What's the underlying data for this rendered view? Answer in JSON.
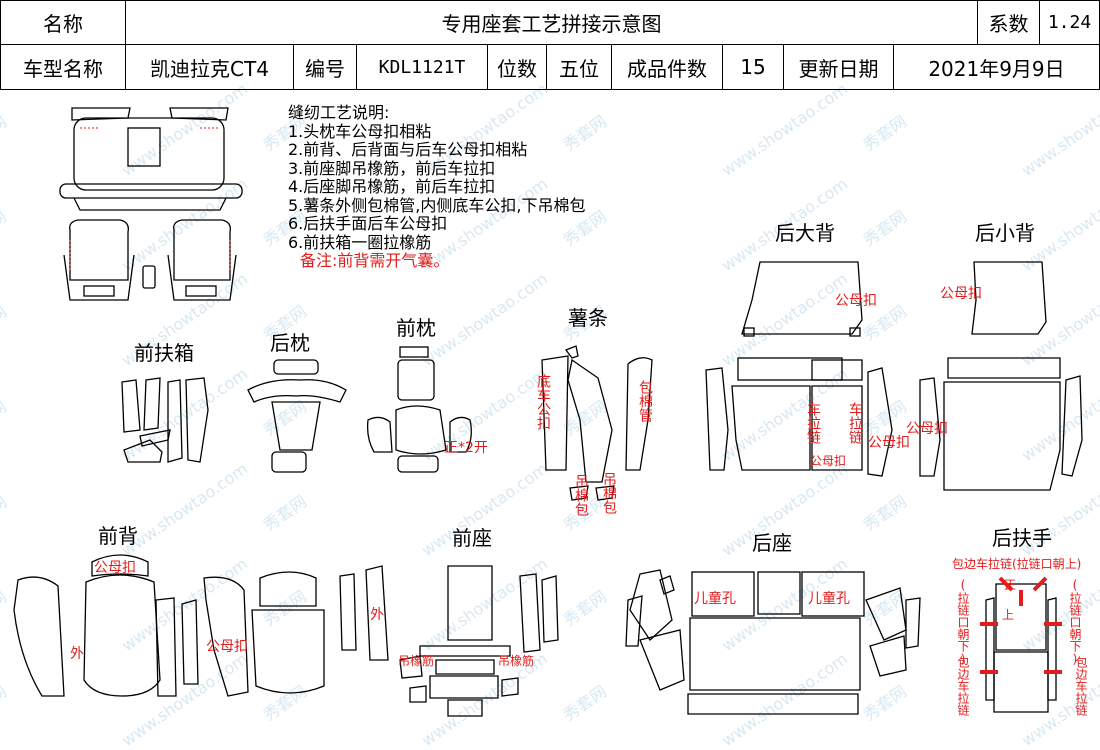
{
  "header": {
    "name_label": "名称",
    "title": "专用座套工艺拼接示意图",
    "coef_label": "系数",
    "coef_value": "1.24",
    "model_label": "车型名称",
    "model_value": "凯迪拉克CT4",
    "code_label": "编号",
    "code_value": "KDL1121T",
    "seats_label": "位数",
    "seats_value": "五位",
    "pieces_label": "成品件数",
    "pieces_value": "15",
    "update_label": "更新日期",
    "update_value": "2021年9月9日"
  },
  "notes": {
    "heading": "缝纫工艺说明:",
    "items": [
      "1.头枕车公母扣相粘",
      "2.前背、后背面与后车公母扣相粘",
      "3.前座脚吊橡筋，前后车拉扣",
      "4.后座脚吊橡筋，前后车拉扣",
      "5.薯条外侧包棉管,内侧底车公扣,下吊棉包",
      "6.后扶手面后车公母扣",
      "6.前扶箱一圈拉橡筋"
    ],
    "remark": "备注:前背需开气囊。"
  },
  "sections": {
    "front_armrest_box": "前扶箱",
    "rear_headrest": "后枕",
    "front_headrest": "前枕",
    "fries_strip": "薯条",
    "rear_big_back": "后大背",
    "rear_small_back": "后小背",
    "front_back": "前背",
    "front_seat": "前座",
    "rear_seat": "后座",
    "rear_armrest": "后扶手"
  },
  "annotations": {
    "fh_cut": "正*2开",
    "fries_bottom": "底车公扣",
    "fries_tube": "包棉管",
    "fries_hang1": "吊棉包",
    "fries_hang2": "吊棉包",
    "rbb_snap_top": "公母扣",
    "rbb_zip1": "车拉链",
    "rbb_zip2": "车拉链",
    "rbb_snap_bottom": "公母扣",
    "rbb_snap_right": "公母扣",
    "rsb_snap_top": "公母扣",
    "rsb_snap_left": "公母扣",
    "fb_snap_top": "公母扣",
    "fb_outer": "外",
    "fb_snap_right": "公母扣",
    "fs_outer": "外",
    "fs_elastic1": "吊橡筋",
    "fs_elastic2": "吊橡筋",
    "rs_child1": "儿童孔",
    "rs_child2": "儿童孔",
    "ra_top": "包边车拉链(拉链口朝上)",
    "ra_left1": "(拉链口朝下)",
    "ra_right1": "(拉链口朝下)",
    "ra_left2": "包边车拉链",
    "ra_right2": "包边车拉链",
    "ra_up1": "正",
    "ra_up2": "上"
  },
  "watermark": {
    "cn": "秀套网",
    "en": "www.showtao.com"
  },
  "colors": {
    "line": "#000000",
    "annotation": "#e21c1c",
    "watermark": "#cfe3ef"
  }
}
